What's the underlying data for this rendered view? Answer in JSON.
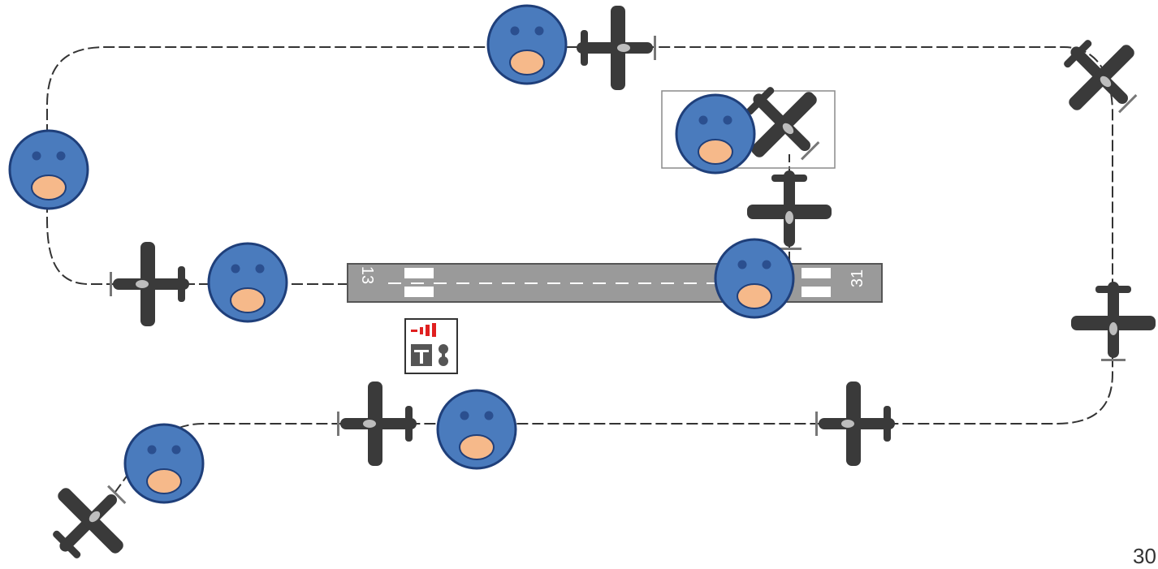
{
  "runway": {
    "left_number": "13",
    "right_number": "31"
  },
  "page": {
    "number": "30"
  },
  "colors": {
    "face_fill": "#4a7bbd",
    "face_stroke": "#1f3f7a",
    "face_eye": "#2b4f8f",
    "face_mouth": "#f6b98a",
    "airplane": "#3a3a3a",
    "path": "#333333",
    "runway_fill": "#9a9a9a",
    "runway_marking": "#ffffff",
    "indicator_red": "#e02020",
    "indicator_gray": "#555555",
    "highlight_box": "#8a8a8a"
  },
  "icons": {
    "traffic_pattern_path": "dashed-route",
    "runway": "runway",
    "worried_face": "worried-face-icon",
    "airplane": "airplane-icon",
    "airport_sign": "airport-indicator-icon"
  }
}
